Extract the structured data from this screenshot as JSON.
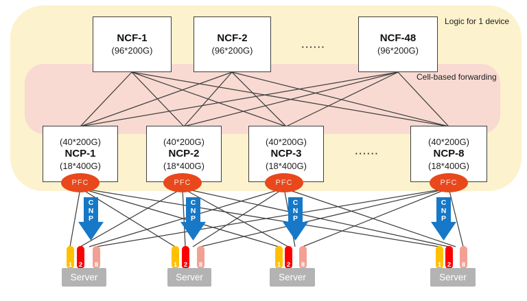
{
  "annotations": {
    "logic_label": "Logic for 1 device",
    "forwarding_label": "Cell-based forwarding"
  },
  "ellipsis": "······",
  "ncf_nodes": [
    {
      "name": "NCF-1",
      "capacity": "(96*200G)"
    },
    {
      "name": "NCF-2",
      "capacity": "(96*200G)"
    },
    {
      "name": "NCF-48",
      "capacity": "(96*200G)"
    }
  ],
  "ncp_nodes": [
    {
      "capacity_up": "(40*200G)",
      "name": "NCP-1",
      "capacity_down": "(18*400G)",
      "pfc_label": "PFC"
    },
    {
      "capacity_up": "(40*200G)",
      "name": "NCP-2",
      "capacity_down": "(18*400G)",
      "pfc_label": "PFC"
    },
    {
      "capacity_up": "(40*200G)",
      "name": "NCP-3",
      "capacity_down": "(18*400G)",
      "pfc_label": "PFC"
    },
    {
      "capacity_up": "(40*200G)",
      "name": "NCP-8",
      "capacity_down": "(18*400G)",
      "pfc_label": "PFC"
    }
  ],
  "cnp": {
    "letters": [
      "C",
      "N",
      "P"
    ]
  },
  "servers": [
    {
      "label": "Server",
      "ports": [
        "1",
        "2",
        "8"
      ]
    },
    {
      "label": "Server",
      "ports": [
        "1",
        "2",
        "8"
      ]
    },
    {
      "label": "Server",
      "ports": [
        "1",
        "2",
        "8"
      ]
    },
    {
      "label": "Server",
      "ports": [
        "1",
        "2",
        "8"
      ]
    }
  ],
  "colors": {
    "panel_yellow": "#FCF2CD",
    "band_pink": "#F8DAD2",
    "pfc_red": "#E8481C",
    "cnp_blue": "#1778C8",
    "port1_yellow": "#FFC000",
    "port2_red": "#FE0000",
    "port8_salmon": "#F2A093",
    "server_gray": "#B3B3B3",
    "line_gray": "#3F3F3F",
    "box_border": "#3D3D3D"
  }
}
